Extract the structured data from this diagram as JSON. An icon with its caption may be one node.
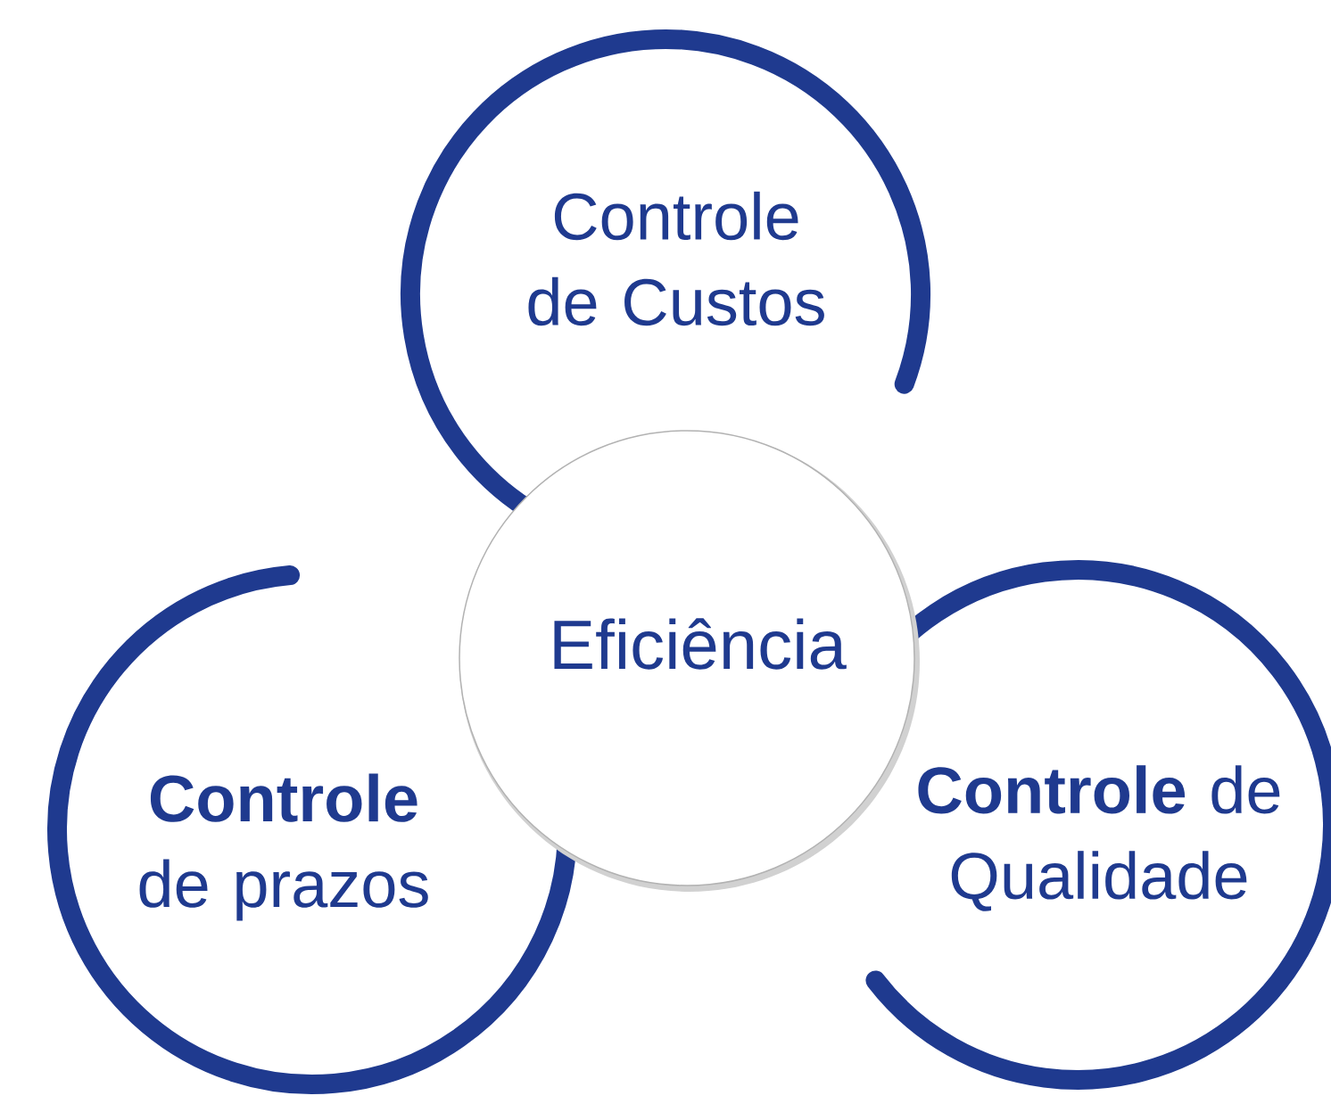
{
  "diagram": {
    "nodes": [
      {
        "text": [
          "Controle de Custos"
        ]
      },
      {
        "text": [
          "Eficiência"
        ]
      },
      {
        "text": [
          "**Controle** de prazos"
        ]
      },
      {
        "text": [
          "**Controle** de Qualidade"
        ]
      }
    ]
  }
}
